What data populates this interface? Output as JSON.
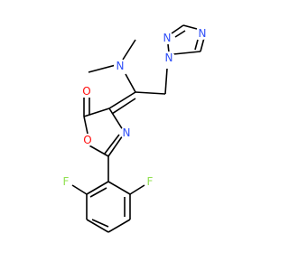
{
  "molecule": {
    "atoms": {
      "O_carbonyl": {
        "label": "O",
        "color": "#ff0d0d"
      },
      "O_ring": {
        "label": "O",
        "color": "#ff0d0d"
      },
      "N_oxazole": {
        "label": "N",
        "color": "#3050f8"
      },
      "N_amine": {
        "label": "N",
        "color": "#3050f8"
      },
      "N_triazole_1": {
        "label": "N",
        "color": "#3050f8"
      },
      "N_triazole_2": {
        "label": "N",
        "color": "#3050f8"
      },
      "N_triazole_4": {
        "label": "N",
        "color": "#3050f8"
      },
      "F_left": {
        "label": "F",
        "color": "#90e050"
      },
      "F_right": {
        "label": "F",
        "color": "#90e050"
      }
    },
    "bond_color": "#000000"
  }
}
